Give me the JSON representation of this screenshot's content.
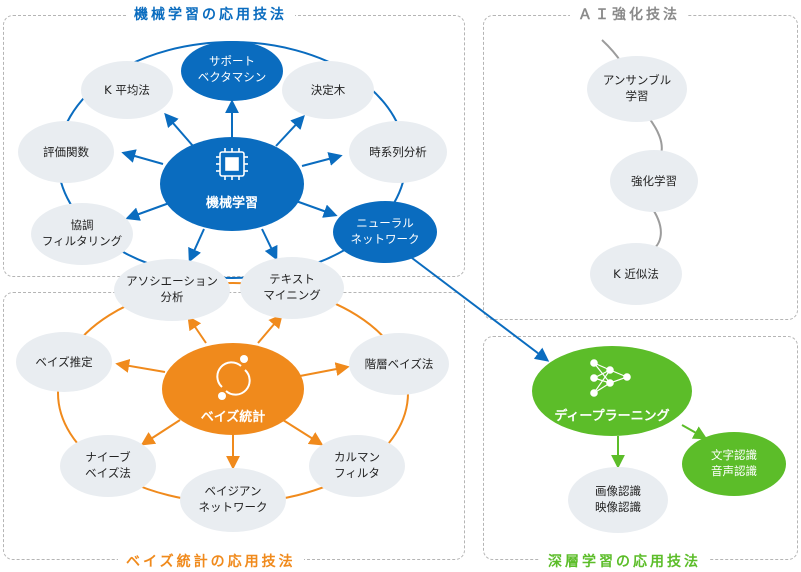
{
  "panels": {
    "ml": "機械学習の応用技法",
    "rl": "ＡＩ強化技法",
    "bayes": "ベイズ統計の応用技法",
    "dl": "深層学習の応用技法"
  },
  "colors": {
    "ml": "#0a6cbf",
    "bayes": "#f08a1c",
    "dl": "#5cbd29",
    "node_fill": "#e9edf1",
    "rl_line": "#9c9c9c"
  },
  "ml": {
    "hub": "機械学習",
    "svm": [
      "サポート",
      "ベクタマシン"
    ],
    "kmeans": "K 平均法",
    "decision_tree": "決定木",
    "eval": "評価関数",
    "timeseries": "時系列分析",
    "collab": [
      "協調",
      "フィルタリング"
    ],
    "neural": [
      "ニューラル",
      "ネットワーク"
    ],
    "association": [
      "アソシエーション",
      "分析"
    ],
    "textmining": [
      "テキスト",
      "マイニング"
    ]
  },
  "bayes": {
    "hub": "ベイズ統計",
    "estimation": "ベイズ推定",
    "hierarchical": "階層ベイズ法",
    "naive": [
      "ナイーブ",
      "ベイズ法"
    ],
    "network": [
      "ベイジアン",
      "ネットワーク"
    ],
    "kalman": [
      "カルマン",
      "フィルタ"
    ]
  },
  "rl": {
    "ensemble": [
      "アンサンブル",
      "学習"
    ],
    "reinforcement": "強化学習",
    "knn": "K 近似法"
  },
  "dl": {
    "hub": "ディープラーニング",
    "image": [
      "画像認識",
      "映像認識"
    ],
    "text": [
      "文字認識",
      "音声認識"
    ]
  }
}
